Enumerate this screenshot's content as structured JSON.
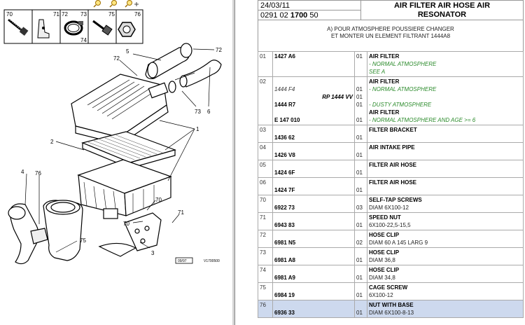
{
  "header": {
    "date": "24/03/11",
    "code_prefix": "0291 02 ",
    "code_bold": "1700",
    "code_suffix": " 50",
    "title_line1": "AIR FILTER AIR HOSE AIR",
    "title_line2": "RESONATOR"
  },
  "note": {
    "line1": "A) POUR ATMOSPHERE POUSSIERE CHANGER",
    "line2": "ET MONTER UN ELEMENT FILTRANT 1444A8"
  },
  "diagram": {
    "small_parts": [
      "70",
      "71",
      "72",
      "73",
      "74",
      "75",
      "76"
    ],
    "callouts": [
      "1",
      "2",
      "3",
      "4",
      "5",
      "6",
      "70",
      "70",
      "71",
      "72",
      "72",
      "73",
      "75",
      "76"
    ],
    "date_tag": "09/97",
    "ref_tag": "V1700500"
  },
  "parts": [
    {
      "num": "01",
      "sel": false,
      "lines": [
        {
          "ref": "1427 A6",
          "refstyle": "bold",
          "qty": "01",
          "desc": "AIR FILTER",
          "dstyle": "bold"
        },
        {
          "ref": "",
          "qty": "",
          "desc": "- NORMAL ATMOSPHERE",
          "dstyle": "green"
        },
        {
          "ref": "",
          "qty": "",
          "desc": "SEE A",
          "dstyle": "green"
        }
      ]
    },
    {
      "num": "02",
      "sel": false,
      "lines": [
        {
          "ref": "",
          "qty": "",
          "desc": "AIR FILTER",
          "dstyle": "bold"
        },
        {
          "ref": "1444 F4",
          "refstyle": "italic",
          "qty": "01",
          "desc": "- NORMAL ATMOSPHERE",
          "dstyle": "green"
        },
        {
          "ref": "RP 1444 VV",
          "refstyle": "boldright",
          "qty": "01",
          "desc": "",
          "dstyle": "green"
        },
        {
          "ref": "1444 R7",
          "refstyle": "bold",
          "qty": "01",
          "desc": "- DUSTY ATMOSPHERE",
          "dstyle": "green"
        },
        {
          "ref": "",
          "qty": "",
          "desc": "AIR FILTER",
          "dstyle": "bold"
        },
        {
          "ref": "E 147 010",
          "refstyle": "bold",
          "qty": "01",
          "desc": "- NORMAL ATMOSPHERE AND AGE >= 6",
          "dstyle": "green"
        }
      ]
    },
    {
      "num": "03",
      "sel": false,
      "lines": [
        {
          "ref": "",
          "qty": "",
          "desc": "FILTER BRACKET",
          "dstyle": "bold"
        },
        {
          "ref": "1436 62",
          "refstyle": "bold",
          "qty": "01",
          "desc": "",
          "dstyle": "plain"
        }
      ]
    },
    {
      "num": "04",
      "sel": false,
      "lines": [
        {
          "ref": "",
          "qty": "",
          "desc": "AIR INTAKE PIPE",
          "dstyle": "bold"
        },
        {
          "ref": "1426 V8",
          "refstyle": "bold",
          "qty": "01",
          "desc": "",
          "dstyle": "plain"
        }
      ]
    },
    {
      "num": "05",
      "sel": false,
      "lines": [
        {
          "ref": "",
          "qty": "",
          "desc": "FILTER AIR HOSE",
          "dstyle": "bold"
        },
        {
          "ref": "1424 6F",
          "refstyle": "bold",
          "qty": "01",
          "desc": "",
          "dstyle": "plain"
        }
      ]
    },
    {
      "num": "06",
      "sel": false,
      "lines": [
        {
          "ref": "",
          "qty": "",
          "desc": "FILTER AIR HOSE",
          "dstyle": "bold"
        },
        {
          "ref": "1424 7F",
          "refstyle": "bold",
          "qty": "01",
          "desc": "",
          "dstyle": "plain"
        }
      ]
    },
    {
      "num": "70",
      "sel": false,
      "lines": [
        {
          "ref": "",
          "qty": "",
          "desc": "SELF-TAP SCREWS",
          "dstyle": "bold"
        },
        {
          "ref": "6922 73",
          "refstyle": "bold",
          "qty": "03",
          "desc": "DIAM 6X100-12",
          "dstyle": "plain"
        }
      ]
    },
    {
      "num": "71",
      "sel": false,
      "lines": [
        {
          "ref": "",
          "qty": "",
          "desc": "SPEED NUT",
          "dstyle": "bold"
        },
        {
          "ref": "6943 83",
          "refstyle": "bold",
          "qty": "01",
          "desc": "6X100-22,5-15,5",
          "dstyle": "plain"
        }
      ]
    },
    {
      "num": "72",
      "sel": false,
      "lines": [
        {
          "ref": "",
          "qty": "",
          "desc": "HOSE CLIP",
          "dstyle": "bold"
        },
        {
          "ref": "6981 N5",
          "refstyle": "bold",
          "qty": "02",
          "desc": "DIAM 60 A 145 LARG 9",
          "dstyle": "plain"
        }
      ]
    },
    {
      "num": "73",
      "sel": false,
      "lines": [
        {
          "ref": "",
          "qty": "",
          "desc": "HOSE CLIP",
          "dstyle": "bold"
        },
        {
          "ref": "6981 A8",
          "refstyle": "bold",
          "qty": "01",
          "desc": "DIAM 36,8",
          "dstyle": "plain"
        }
      ]
    },
    {
      "num": "74",
      "sel": false,
      "lines": [
        {
          "ref": "",
          "qty": "",
          "desc": "HOSE CLIP",
          "dstyle": "bold"
        },
        {
          "ref": "6981 A9",
          "refstyle": "bold",
          "qty": "01",
          "desc": "DIAM 34,8",
          "dstyle": "plain"
        }
      ]
    },
    {
      "num": "75",
      "sel": false,
      "lines": [
        {
          "ref": "",
          "qty": "",
          "desc": "CAGE SCREW",
          "dstyle": "bold"
        },
        {
          "ref": "6984 19",
          "refstyle": "bold",
          "qty": "01",
          "desc": "6X100-12",
          "dstyle": "plain"
        }
      ]
    },
    {
      "num": "76",
      "sel": true,
      "lines": [
        {
          "ref": "",
          "qty": "",
          "desc": "NUT WITH BASE",
          "dstyle": "bold"
        },
        {
          "ref": "6936 33",
          "refstyle": "bold",
          "qty": "01",
          "desc": "DIAM 6X100-8-13",
          "dstyle": "plain"
        }
      ]
    }
  ]
}
